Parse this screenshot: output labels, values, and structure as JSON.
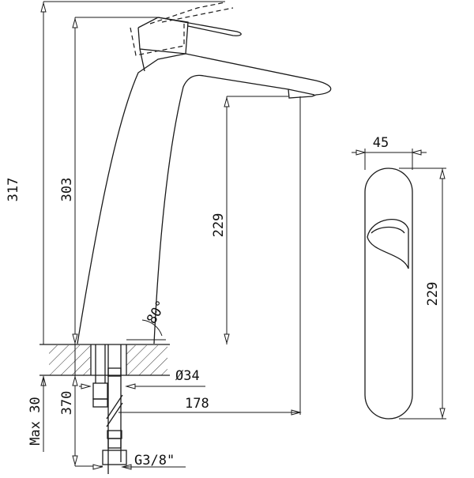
{
  "title": "Tall basin mixer dimension drawing",
  "dimensions": {
    "overall_height": "317",
    "lever_height": "303",
    "spout_height": "229",
    "spout_reach": "178",
    "hole_diameter": "Ø34",
    "hose_length": "370",
    "max_deck_thickness": "Max 30",
    "connection": "G3/8\"",
    "lever_angle": "80°",
    "top_view_width": "45",
    "top_view_length": "229"
  }
}
